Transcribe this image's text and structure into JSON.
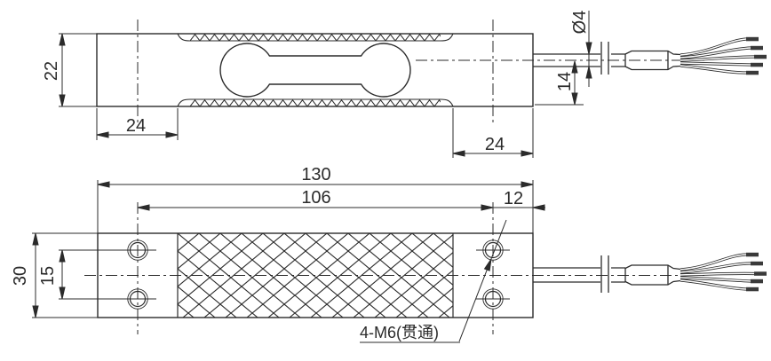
{
  "colors": {
    "line": "#2b2b2b",
    "background": "#ffffff"
  },
  "side_view": {
    "height_dim": "22",
    "left_block_width_dim": "24",
    "right_block_width_dim": "24",
    "cable_diameter_dim": "Ø4",
    "cable_center_height_dim": "14"
  },
  "plan_view": {
    "total_length_dim": "130",
    "hole_span_dim": "106",
    "hole_to_edge_dim": "12",
    "width_dim": "30",
    "hole_spacing_dim": "15",
    "thread_callout": "4-M6(贯通)"
  }
}
